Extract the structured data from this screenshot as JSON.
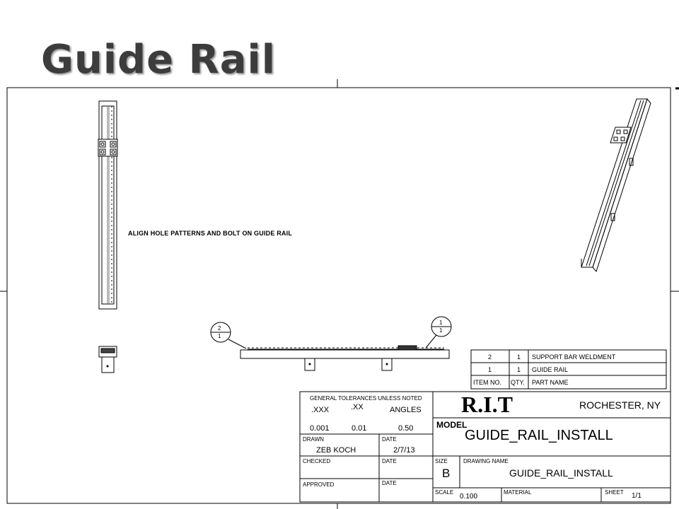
{
  "slide": {
    "title": "Guide Rail"
  },
  "drawing": {
    "note": "ALIGN HOLE PATTERNS AND BOLT ON GUIDE RAIL",
    "balloons": [
      {
        "item": "2",
        "qty": "1"
      },
      {
        "item": "1",
        "qty": "1"
      }
    ]
  },
  "bom": {
    "rows": [
      {
        "item": "2",
        "qty": "1",
        "part": "SUPPORT BAR WELDMENT"
      },
      {
        "item": "1",
        "qty": "1",
        "part": "GUIDE RAIL"
      }
    ],
    "headers": {
      "item": "ITEM NO.",
      "qty": "QTY.",
      "part": "PART NAME"
    }
  },
  "title_block": {
    "tolerances_heading": "GENERAL TOLERANCES UNLESS NOTED",
    "tol_xxx_label": ".XXX",
    "tol_xx_label": ".XX",
    "tol_angles_label": "ANGLES",
    "tol_xxx_value": "0.001",
    "tol_xx_value": "0.01",
    "tol_angles_value": "0.50",
    "drawn_label": "DRAWN",
    "drawn_by": "ZEB KOCH",
    "date_label": "DATE",
    "drawn_date": "2/7/13",
    "checked_label": "CHECKED",
    "approved_label": "APPROVED",
    "logo": "R.I.T",
    "location": "ROCHESTER, NY",
    "model_label": "MODEL",
    "model_name": "GUIDE_RAIL_INSTALL",
    "size_label": "SIZE",
    "size_value": "B",
    "drawing_name_label": "DRAWING NAME",
    "drawing_name": "GUIDE_RAIL_INSTALL",
    "scale_label": "SCALE",
    "scale_value": "0.100",
    "material_label": "MATERIAL",
    "sheet_label": "SHEET",
    "sheet_value": "1/1"
  }
}
